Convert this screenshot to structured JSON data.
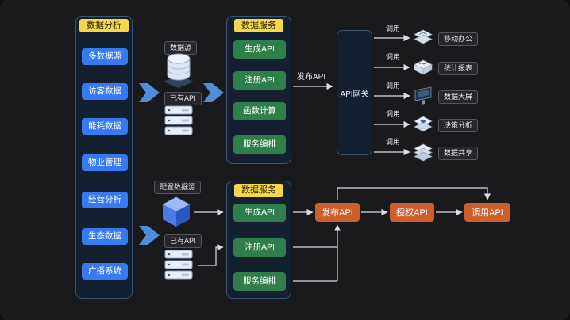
{
  "left_panel": {
    "title": "数据分析",
    "items": [
      "多数据源",
      "访客数据",
      "能耗数据",
      "物业管理",
      "经营分析",
      "生态数据",
      "广播系统"
    ]
  },
  "middle_top": {
    "source_label": "数据源",
    "existing_api_label": "已有API"
  },
  "service_top": {
    "title": "数据服务",
    "items": [
      "生成API",
      "注册API",
      "函数计算",
      "服务编排"
    ]
  },
  "gateway": {
    "publish_label": "发布API",
    "label": "API网关",
    "call_label": "调用"
  },
  "consumers": [
    "移动办公",
    "统计报表",
    "数据大屏",
    "决策分析",
    "数据共享"
  ],
  "middle_bottom": {
    "config_label": "配置数据源",
    "existing_api_label": "已有API"
  },
  "service_bottom": {
    "title": "数据服务",
    "items": [
      "生成API",
      "注册API",
      "服务编排"
    ]
  },
  "steps": [
    "发布API",
    "授权API",
    "调用API"
  ],
  "colors": {
    "background": "#1a1a1c",
    "panel_bg": "#14202f",
    "panel_border": "#3e5470",
    "title_badge": "#f7d74a",
    "blue_button": "#3779f1",
    "green_button": "#2f7e4b",
    "orange_button": "#cc5f2c",
    "flow_chevron": "#4f8ed8",
    "connector": "#d9dde3"
  }
}
